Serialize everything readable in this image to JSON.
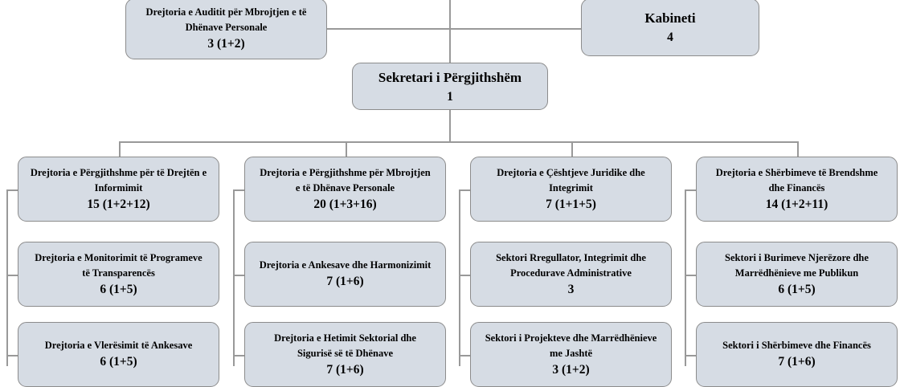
{
  "top": [
    {
      "title": "Drejtoria e Auditit për Mbrojtjen e të Dhënave Personale",
      "count": "3 (1+2)"
    },
    {
      "title": "Kabineti",
      "count": "4"
    },
    {
      "title": "Sekretari i Përgjithshëm",
      "count": "1"
    }
  ],
  "columns": [
    [
      {
        "title": "Drejtoria e Përgjithshme për të Drejtën e Informimit",
        "count": "15 (1+2+12)"
      },
      {
        "title": "Drejtoria e Monitorimit të Programeve të Transparencës",
        "count": "6 (1+5)"
      },
      {
        "title": "Drejtoria e Vlerësimit të Ankesave",
        "count": "6 (1+5)"
      }
    ],
    [
      {
        "title": "Drejtoria e Përgjithshme për Mbrojtjen e të Dhënave Personale",
        "count": "20 (1+3+16)"
      },
      {
        "title": "Drejtoria e Ankesave dhe Harmonizimit",
        "count": "7 (1+6)"
      },
      {
        "title": "Drejtoria e Hetimit Sektorial dhe Sigurisë së të Dhënave",
        "count": "7 (1+6)"
      }
    ],
    [
      {
        "title": "Drejtoria e Çështjeve Juridike dhe Integrimit",
        "count": "7 (1+1+5)"
      },
      {
        "title": "Sektori Rregullator, Integrimit dhe Procedurave Administrative",
        "count": "3"
      },
      {
        "title": "Sektori i Projekteve dhe Marrëdhënieve me Jashtë",
        "count": "3 (1+2)"
      }
    ],
    [
      {
        "title": "Drejtoria e Shërbimeve të Brendshme dhe Financës",
        "count": "14 (1+2+11)"
      },
      {
        "title": "Sektori i Burimeve Njerëzore dhe Marrëdhënieve me Publikun",
        "count": "6 (1+5)"
      },
      {
        "title": "Sektori i Shërbimeve dhe Financës",
        "count": "7 (1+6)"
      }
    ]
  ]
}
